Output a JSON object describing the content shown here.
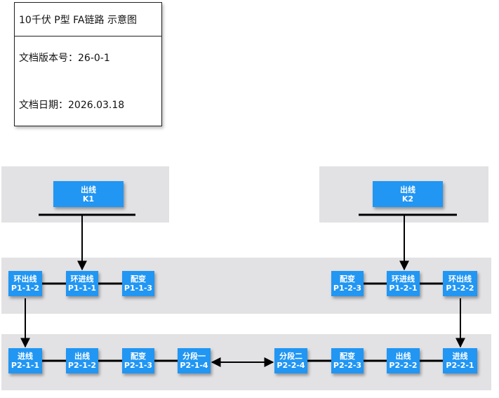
{
  "info": {
    "title": "10千伏 P型 FA链路 示意图",
    "version": "文档版本号：26-0-1",
    "date": "文档日期：2026.03.18"
  },
  "nodes": {
    "k1": {
      "line1": "出线",
      "line2": "K1"
    },
    "k2": {
      "line1": "出线",
      "line2": "K2"
    },
    "p1_1_2": {
      "line1": "环出线",
      "line2": "P1-1-2"
    },
    "p1_1_1": {
      "line1": "环进线",
      "line2": "P1-1-1"
    },
    "p1_1_3": {
      "line1": "配变",
      "line2": "P1-1-3"
    },
    "p1_2_3": {
      "line1": "配变",
      "line2": "P1-2-3"
    },
    "p1_2_1": {
      "line1": "环进线",
      "line2": "P1-2-1"
    },
    "p1_2_2": {
      "line1": "环出线",
      "line2": "P1-2-2"
    },
    "p2_1_1": {
      "line1": "进线",
      "line2": "P2-1-1"
    },
    "p2_1_2": {
      "line1": "出线",
      "line2": "P2-1-2"
    },
    "p2_1_3": {
      "line1": "配变",
      "line2": "P2-1-3"
    },
    "p2_1_4": {
      "line1": "分段一",
      "line2": "P2-1-4"
    },
    "p2_2_4": {
      "line1": "分段二",
      "line2": "P2-2-4"
    },
    "p2_2_3": {
      "line1": "配变",
      "line2": "P2-2-3"
    },
    "p2_2_2": {
      "line1": "出线",
      "line2": "P2-2-2"
    },
    "p2_2_1": {
      "line1": "进线",
      "line2": "P2-2-1"
    }
  },
  "colors": {
    "node_fill": "#2196f3",
    "band_fill": "#e2e2e4",
    "wire": "#000000"
  }
}
